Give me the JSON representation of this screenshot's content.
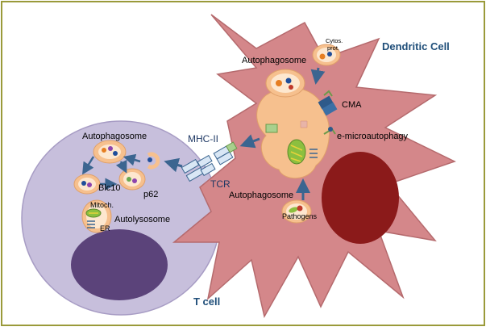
{
  "colors": {
    "frame_border": "#9a9a3a",
    "dendritic_cell_fill": "#d4878a",
    "dendritic_nucleus": "#8b1a1a",
    "t_cell_fill": "#c7bfdc",
    "t_cell_nucleus": "#5b437a",
    "vesicle_fill": "#f6c08e",
    "arrow_blue": "#3b6590",
    "title_text": "#1f4e79"
  },
  "titles": {
    "dendritic_cell": "Dendritic Cell",
    "t_cell": "T cell"
  },
  "dendritic_labels": {
    "autophagosome_top": "Autophagosome",
    "cytosolic_protein_line1": "Cytos.",
    "cytosolic_protein_line2": "prot.",
    "cma": "CMA",
    "e_microautophagy": "e-microautophagy",
    "autophagosome_bottom": "Autophagosome",
    "pathogens": "Pathogens"
  },
  "receptor_labels": {
    "mhc_ii": "MHC-II",
    "tcr": "TCR"
  },
  "t_cell_labels": {
    "autophagosome": "Autophagosome",
    "blc10": "Blc10",
    "p62": "p62",
    "mitochondria": "Mitoch.",
    "er": "ER",
    "autolysosome": "Autolysosome"
  }
}
